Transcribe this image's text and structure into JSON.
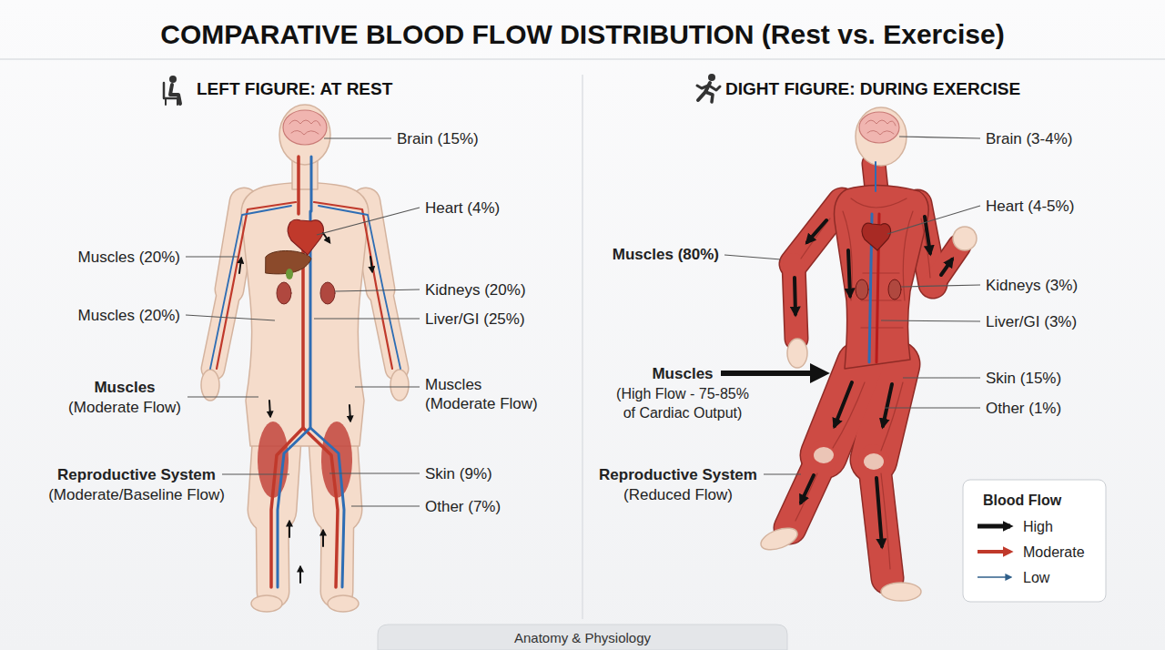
{
  "diagram": {
    "title": "COMPARATIVE BLOOD FLOW DISTRIBUTION (Rest vs. Exercise)",
    "caption": "Anatomy & Physiology",
    "labels": [
      "LEFT FIGURE: AT REST",
      "Brain (15%)",
      "Heart (4%)",
      "Muscles (20%)",
      "Kidneys (20%)",
      "Muscles (20%)",
      "Liver/GI (25%)",
      "Muscles",
      "(Moderate Flow)",
      "Muscles (Moderate Flow)",
      "Reproductive System",
      "(Moderate/Baseline Flow)",
      "Skin (9%)",
      "Other (7%)",
      "DIGHT FIGURE: DURING EXERCISE",
      "Brain (3-4%)",
      "Heart (4-5%)",
      "Muscles (80%)",
      "Kidneys (3%)",
      "Liver/GI (3%)",
      "Muscles",
      "(High Flow - 75-85% of Cardiac Output)",
      "Skin (15%)",
      "Other (1%)",
      "Reproductive System",
      "(Reduced Flow)",
      "Blood Flow"
    ],
    "legend": [
      {
        "text": "High"
      },
      {
        "text": "Moderate"
      },
      {
        "text": "Low"
      }
    ]
  }
}
